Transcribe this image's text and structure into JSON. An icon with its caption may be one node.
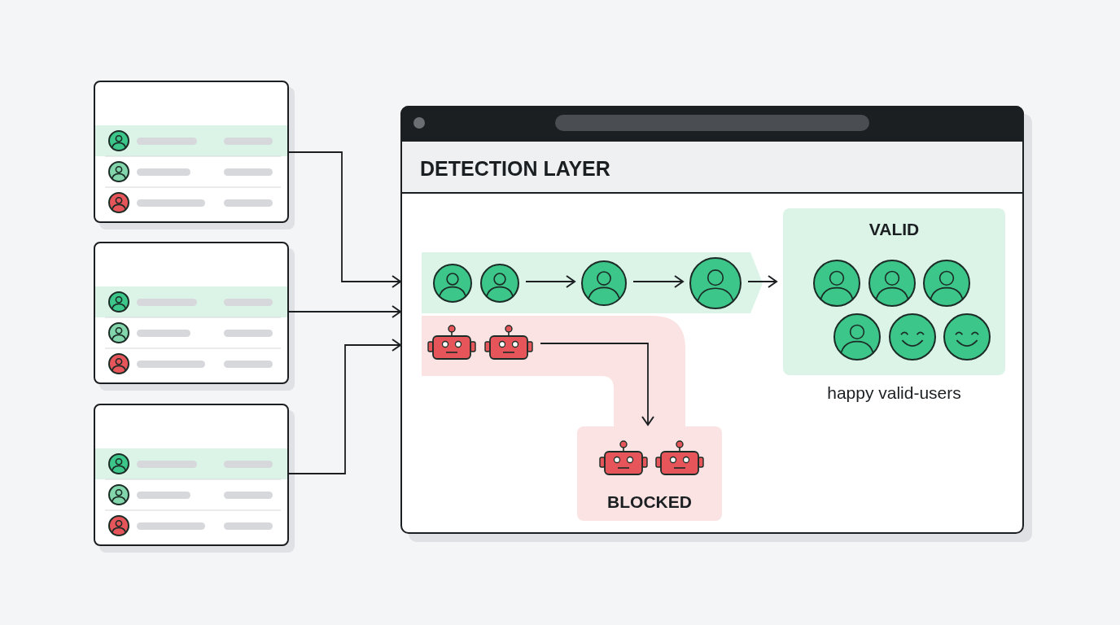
{
  "diagram": {
    "nodes": [
      {
        "text": [],
        "shape": "box"
      },
      {
        "text": [],
        "shape": "box"
      },
      {
        "text": [],
        "shape": "box"
      },
      {
        "text": [
          "DETECTION LAYER"
        ]
      },
      {
        "text": [],
        "shape": "person",
        "in": 3
      },
      {
        "text": [],
        "shape": "person",
        "in": 3
      },
      {
        "text": [],
        "shape": "person",
        "in": 3
      },
      {
        "text": [
          "VALID"
        ],
        "beside": [
          "happy valid-users"
        ],
        "in": 3
      },
      {
        "text": [],
        "shape": "robot",
        "in": 3
      },
      {
        "text": [
          "BLOCKED"
        ],
        "in": 3
      }
    ],
    "edges": [
      {
        "from": 0,
        "to": 3,
        "arrow": "to"
      },
      {
        "from": 1,
        "to": 3,
        "arrow": "to"
      },
      {
        "from": 2,
        "to": 3,
        "arrow": "to"
      },
      {
        "from": 4,
        "to": 5,
        "arrow": "to"
      },
      {
        "from": 5,
        "to": 6,
        "arrow": "to"
      },
      {
        "from": 6,
        "to": 7,
        "arrow": "to"
      },
      {
        "from": 8,
        "to": 9,
        "arrow": "to"
      }
    ]
  }
}
